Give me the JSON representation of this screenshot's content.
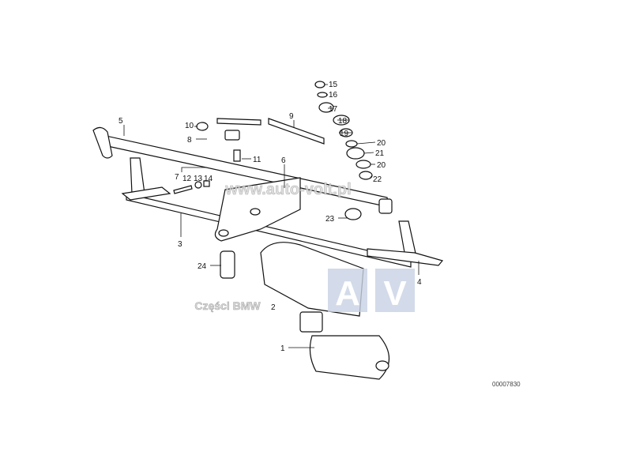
{
  "diagram": {
    "title": "Wiper linkage and motor",
    "drawing_number": "00007830",
    "callouts": [
      "1",
      "2",
      "3",
      "4",
      "5",
      "6",
      "7",
      "8",
      "9",
      "10",
      "11",
      "12",
      "13",
      "14",
      "15",
      "16",
      "17",
      "18",
      "19",
      "20",
      "20",
      "21",
      "22",
      "23",
      "24"
    ]
  },
  "watermark": {
    "url": "www.auto-volt.pl",
    "caption": "Części BMW",
    "logo_left": "A",
    "logo_right": "V",
    "logo_colors": {
      "panel": "#c9d2e4",
      "letter": "#ffffff"
    }
  }
}
